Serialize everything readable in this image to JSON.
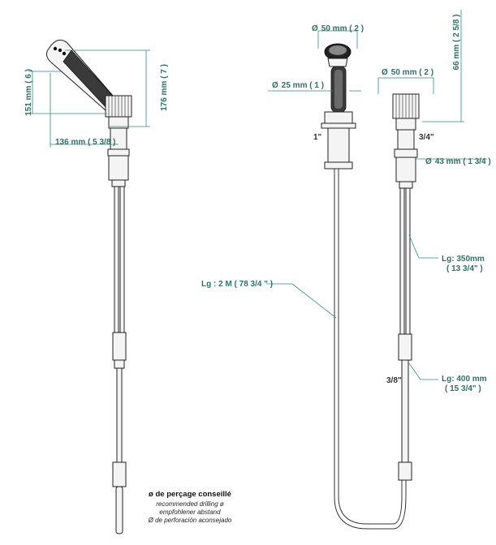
{
  "dimensions": {
    "left_height_short": "151 mm ( 6 )",
    "left_height_tall": "176 mm ( 7 )",
    "left_reach": "136 mm ( 5 3/8 )",
    "head_diameter": "50 mm ( 2 )",
    "handle_diameter": "25 mm ( 1 )",
    "thread_hand": "1\"",
    "valve_diameter": "50 mm ( 2 )",
    "valve_height": "66 mm ( 2 5/8 )",
    "thread_valve": "3/4\"",
    "base_diameter": "43 mm ( 1 3/4 )",
    "hose_length": "Lg : 2 M ( 78 3/4 \" )",
    "hose_350_line1": "Lg: 350mm",
    "hose_350_line2": "( 13 3/4\" )",
    "thread_small": "3/8\"",
    "hose_400_line1": "Lg: 400 mm",
    "hose_400_line2": "( 15 3/4\" )"
  },
  "diameter_symbol": "Ø",
  "note": {
    "title": "ø de perçage conseillé",
    "line_en": "recommended drilling ø",
    "line_de": "empfohlener abstand",
    "line_es": "Ø de perforación aconsejado"
  },
  "colors": {
    "dimension_teal": "#2f8a84",
    "dimension_text": "#2f6f6a",
    "metal_body": "#f4f4f4",
    "grip": "#3a3a3a"
  }
}
